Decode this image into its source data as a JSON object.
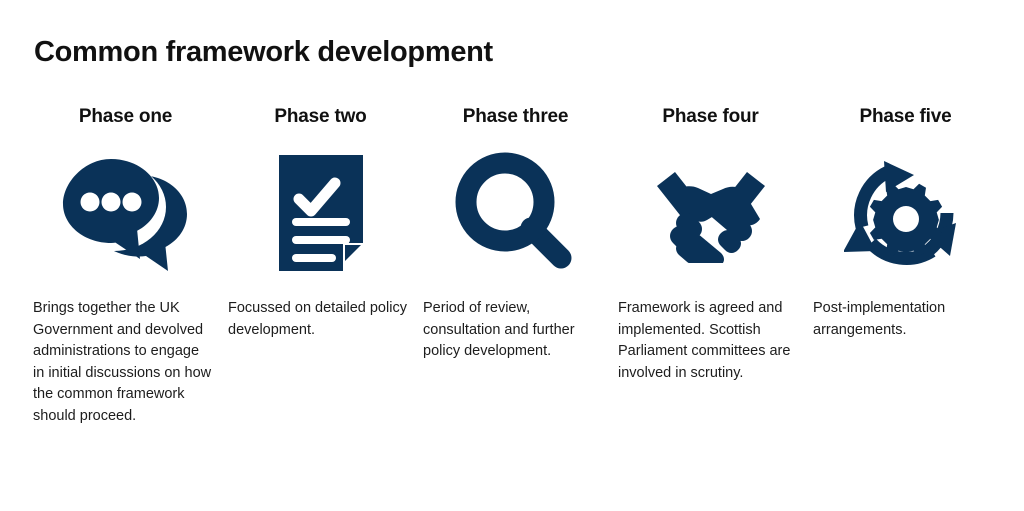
{
  "page": {
    "title": "Common framework development",
    "background_color": "#ffffff",
    "accent_color": "#0a3258",
    "text_color": "#1d1d1d"
  },
  "phases": [
    {
      "heading": "Phase one",
      "icon": "speech-bubbles-icon",
      "description": "Brings together the UK Government and devolved administrations to engage in initial discussions on how the common framework should proceed."
    },
    {
      "heading": "Phase two",
      "icon": "document-checklist-icon",
      "description": "Focussed on detailed policy development."
    },
    {
      "heading": "Phase three",
      "icon": "magnifying-glass-icon",
      "description": "Period of review, consultation and further policy development."
    },
    {
      "heading": "Phase four",
      "icon": "handshake-icon",
      "description": "Framework is agreed and implemented. Scottish Parliament committees are involved in scrutiny."
    },
    {
      "heading": "Phase five",
      "icon": "cycle-gear-icon",
      "description": "Post-implementation arrangements."
    }
  ]
}
